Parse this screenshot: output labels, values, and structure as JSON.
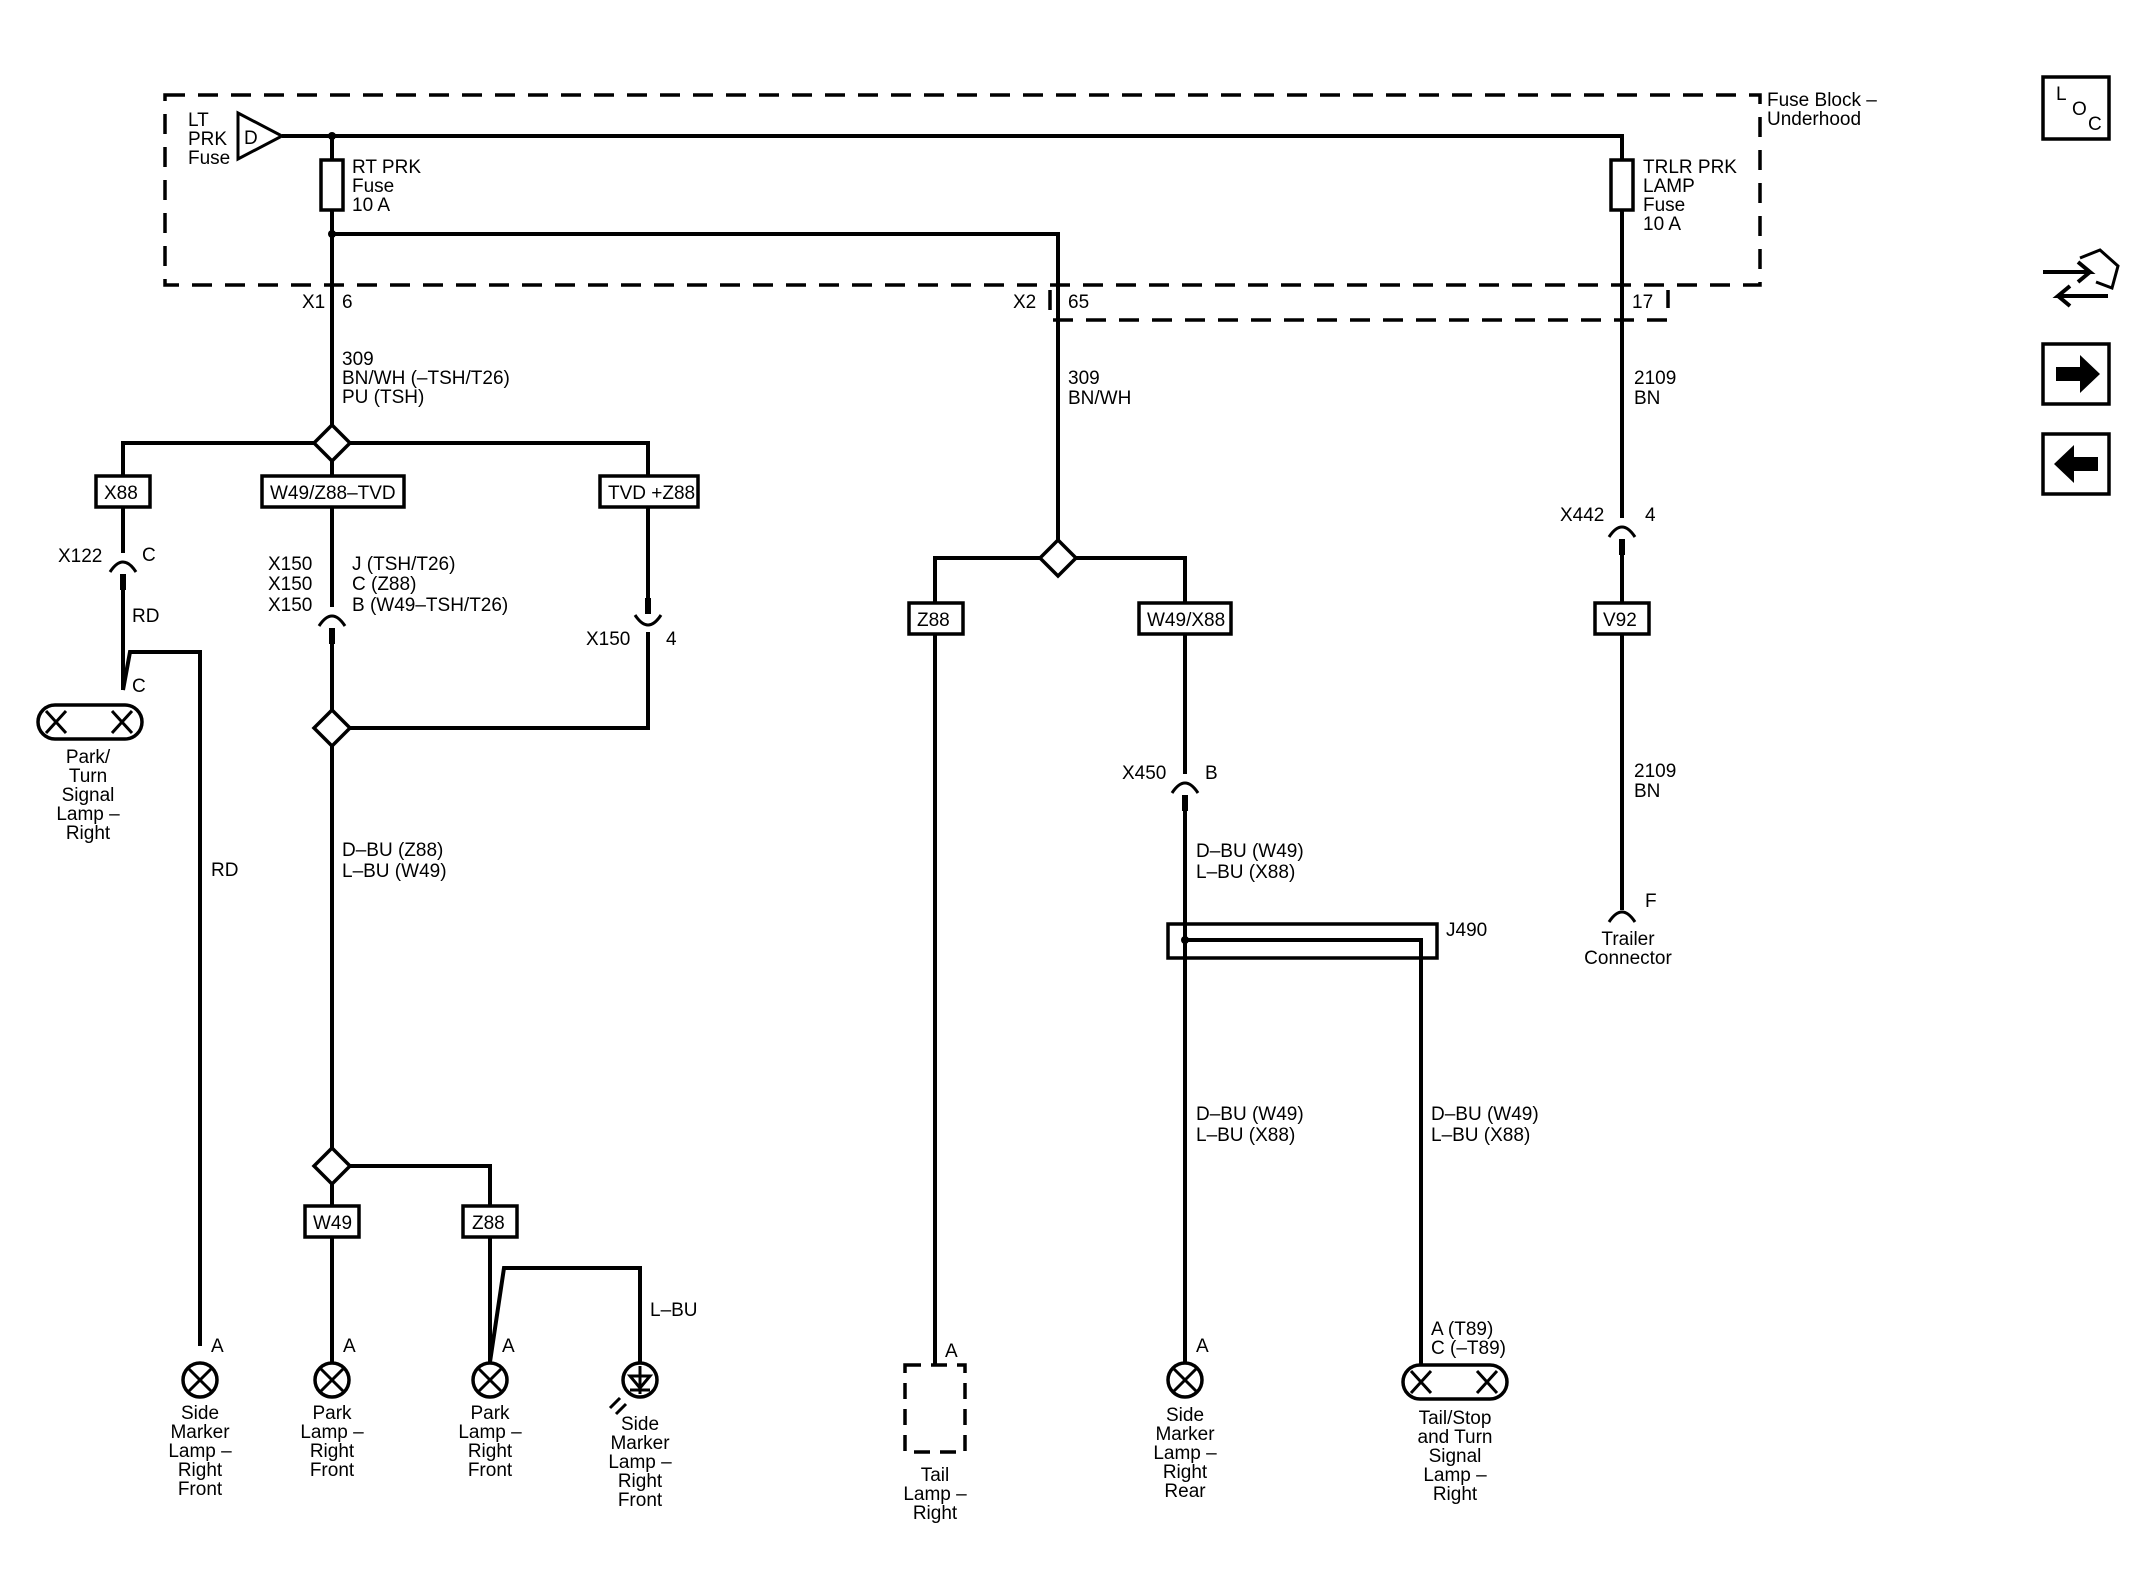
{
  "fuse_block": {
    "label": [
      "Fuse Block –",
      "Underhood"
    ],
    "lt_prk_fuse": [
      "LT",
      "PRK",
      "Fuse"
    ],
    "lt_prk_pin": "D",
    "rt_prk_fuse": [
      "RT PRK",
      "Fuse",
      "10 A"
    ],
    "trlr_prk_fuse": [
      "TRLR PRK",
      "LAMP",
      "Fuse",
      "10 A"
    ]
  },
  "connectors": {
    "x1": "X1",
    "x1_pin": "6",
    "x2": "X2",
    "x2_pin": "65",
    "x2_pin_b": "17",
    "x122": "X122",
    "x122_pin": "C",
    "x150_list": [
      "X150",
      "X150",
      "X150"
    ],
    "x150_pins": [
      "J (TSH/T26)",
      "C (Z88)",
      "B (W49–TSH/T26)"
    ],
    "x150_b": "X150",
    "x150_b_pin": "4",
    "x442": "X442",
    "x442_pin": "4",
    "x450": "X450",
    "x450_pin": "B",
    "j490": "J490"
  },
  "wires": {
    "w309_left": [
      "309",
      "BN/WH (–TSH/T26)",
      "PU (TSH)"
    ],
    "w309_mid": [
      "309",
      "BN/WH"
    ],
    "w2109_top": [
      "2109",
      "BN"
    ],
    "w2109_bot": [
      "2109",
      "BN"
    ],
    "rd_top": "RD",
    "rd_bot": "RD",
    "dbu_left": [
      "D–BU (Z88)",
      "L–BU (W49)"
    ],
    "dbu_x450": [
      "D–BU (W49)",
      "L–BU (X88)"
    ],
    "dbu_rear": [
      "D–BU (W49)",
      "L–BU (X88)"
    ],
    "dbu_tail": [
      "D–BU (W49)",
      "L–BU (X88)"
    ],
    "lbu": "L–BU"
  },
  "options": {
    "x88": "X88",
    "w49_z88_tvd": "W49/Z88–TVD",
    "tvd_z88": "TVD +Z88",
    "z88_mid": "Z88",
    "w49_x88": "W49/X88",
    "v92": "V92",
    "w49": "W49",
    "z88_low": "Z88"
  },
  "components": {
    "park_turn_right": [
      "Park/",
      "Turn",
      "Signal",
      "Lamp –",
      "Right"
    ],
    "park_turn_pin": "C",
    "side_marker_rf": [
      "Side",
      "Marker",
      "Lamp –",
      "Right",
      "Front"
    ],
    "park_rf_1": [
      "Park",
      "Lamp –",
      "Right",
      "Front"
    ],
    "park_rf_2": [
      "Park",
      "Lamp –",
      "Right",
      "Front"
    ],
    "side_marker_rf_led": [
      "Side",
      "Marker",
      "Lamp –",
      "Right",
      "Front"
    ],
    "tail_right": [
      "Tail",
      "Lamp –",
      "Right"
    ],
    "side_marker_rr": [
      "Side",
      "Marker",
      "Lamp –",
      "Right",
      "Rear"
    ],
    "tail_stop_turn": [
      "Tail/Stop",
      "and Turn",
      "Signal",
      "Lamp –",
      "Right"
    ],
    "tail_stop_pins": [
      "A (T89)",
      "C (–T89)"
    ],
    "trailer": [
      "Trailer",
      "Connector"
    ],
    "trailer_pin": "F",
    "pin_a": "A"
  },
  "nav": {
    "loc_letters": [
      "L",
      "O",
      "C"
    ],
    "icons": [
      "loc-icon",
      "connector-view-icon",
      "next-arrow-icon",
      "previous-arrow-icon"
    ]
  }
}
